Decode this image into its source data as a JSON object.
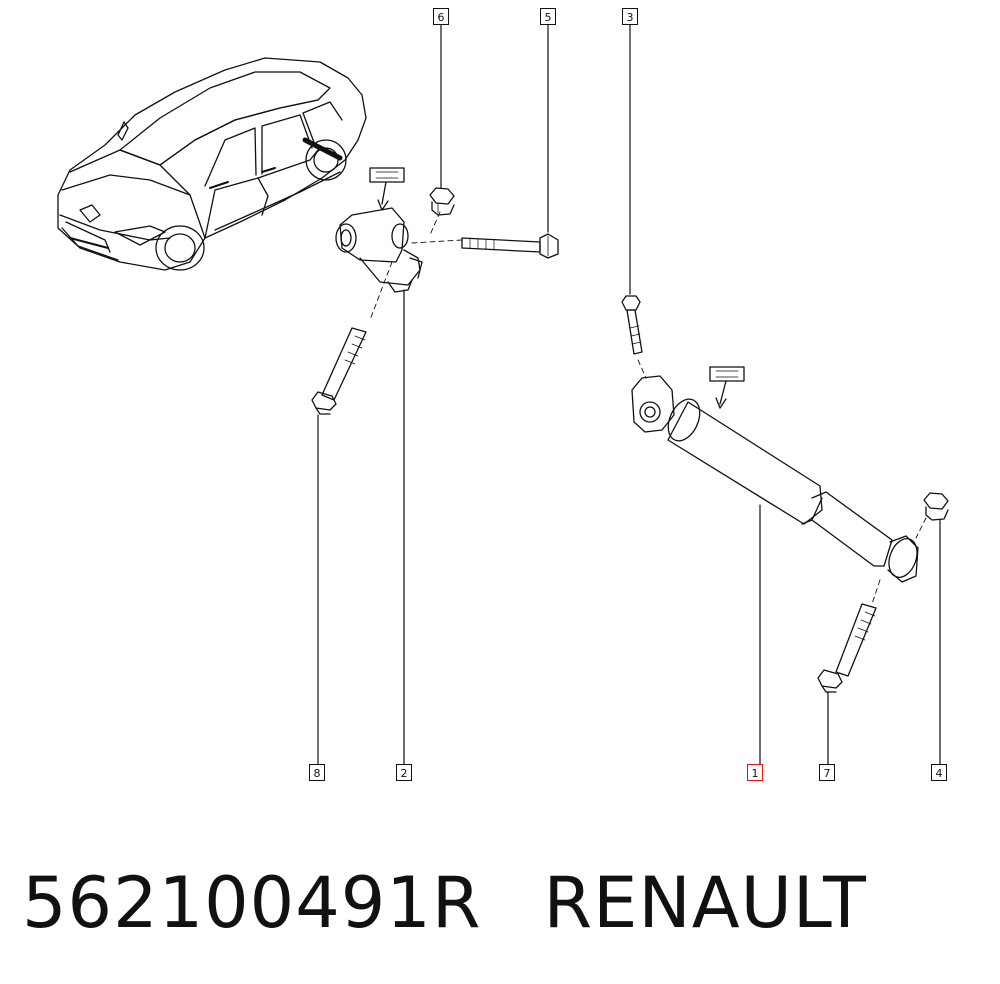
{
  "callouts": {
    "c1": "1",
    "c2": "2",
    "c3": "3",
    "c4": "4",
    "c5": "5",
    "c6": "6",
    "c7": "7",
    "c8": "8"
  },
  "caption": {
    "part_number": "562100491R",
    "brand": "RENAULT"
  },
  "colors": {
    "line": "#111111",
    "highlight": "#e11111",
    "background": "#ffffff"
  }
}
